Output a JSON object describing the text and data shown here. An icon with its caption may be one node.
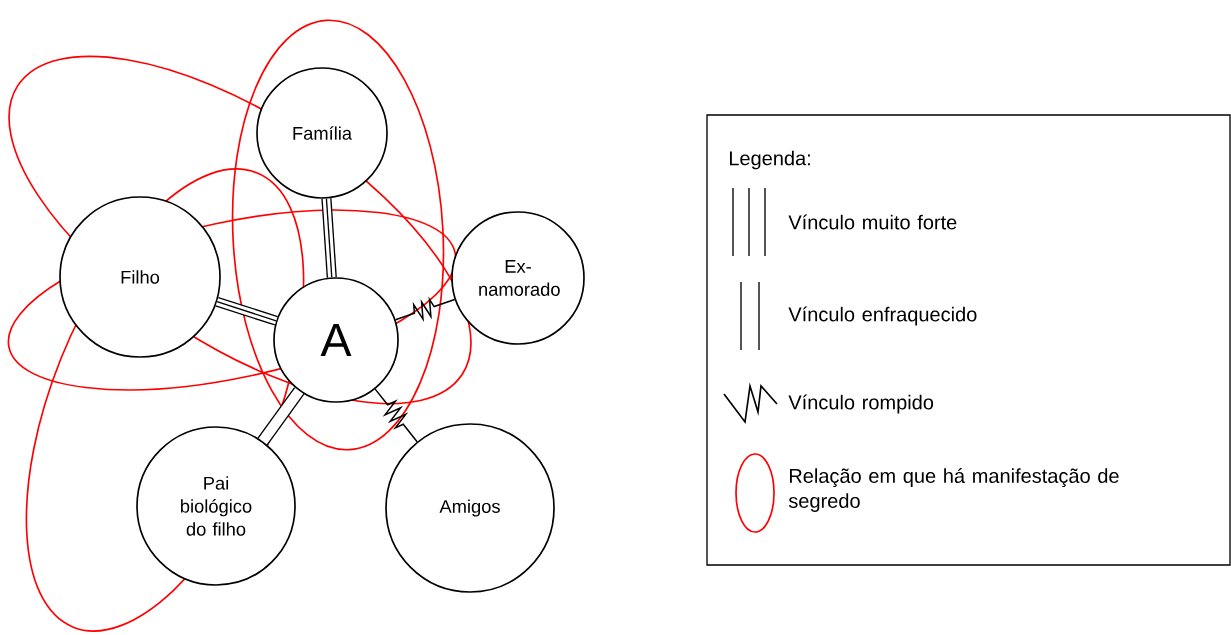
{
  "diagram": {
    "nodes": [
      {
        "text": [
          "A"
        ]
      },
      {
        "text": [
          "Família"
        ]
      },
      {
        "text": [
          "Filho"
        ]
      },
      {
        "text": [
          "Ex-namorado"
        ]
      },
      {
        "text": [
          "Pai biológico do filho"
        ]
      },
      {
        "text": [
          "Amigos"
        ]
      }
    ],
    "edges": [
      {
        "from": 0,
        "to": 1,
        "arrow": "none"
      },
      {
        "from": 0,
        "to": 2,
        "arrow": "none"
      },
      {
        "from": 0,
        "to": 3,
        "arrow": "none"
      },
      {
        "from": 0,
        "to": 4,
        "arrow": "none"
      },
      {
        "from": 0,
        "to": 5,
        "arrow": "none"
      }
    ],
    "labels": [
      "Legenda:"
    ],
    "legend": [
      {
        "text": "Vínculo muito forte"
      },
      {
        "text": "Vínculo enfraquecido"
      },
      {
        "text": "Vínculo rompido"
      },
      {
        "text": "Relação em que há manifestação de segredo"
      }
    ]
  }
}
